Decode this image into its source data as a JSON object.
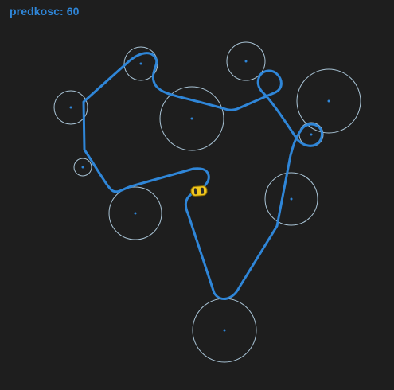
{
  "hud": {
    "speed_label": "predkosc",
    "speed_value": 60,
    "speed_text": "predkosc: 60"
  },
  "colors": {
    "background": "#1e1e1e",
    "hud_text": "#2f86d8",
    "track": "#2f86d8",
    "obstacle_ring": "#a9c4d6",
    "obstacle_center": "#2f86d8",
    "car_body": "#f2c81e",
    "car_outline": "#8a6a00",
    "car_window": "#2a2a2a"
  },
  "obstacles": [
    {
      "id": "obstacle-1",
      "kind": "circle"
    },
    {
      "id": "obstacle-2",
      "kind": "circle"
    },
    {
      "id": "obstacle-3",
      "kind": "circle"
    },
    {
      "id": "obstacle-4",
      "kind": "circle"
    },
    {
      "id": "obstacle-5",
      "kind": "circle"
    },
    {
      "id": "obstacle-6",
      "kind": "circle"
    },
    {
      "id": "obstacle-7",
      "kind": "circle"
    },
    {
      "id": "obstacle-8",
      "kind": "circle"
    },
    {
      "id": "obstacle-9",
      "kind": "circle"
    },
    {
      "id": "obstacle-10",
      "kind": "circle"
    }
  ],
  "car": {
    "icon": "car-icon"
  }
}
